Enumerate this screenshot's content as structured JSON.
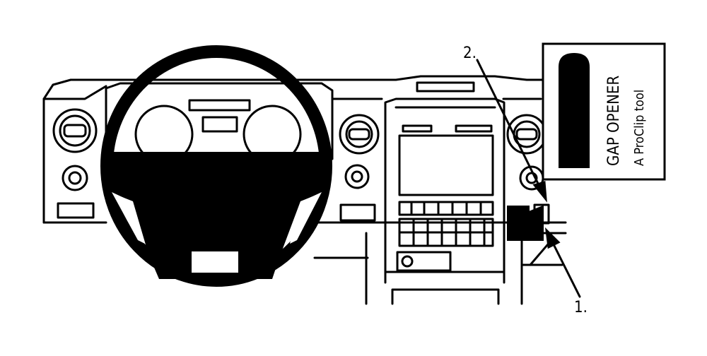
{
  "diagram": {
    "callouts": {
      "one": "1.",
      "two": "2."
    },
    "tool_card": {
      "title": "GAP OPENER",
      "subtitle": "A ProClip tool"
    },
    "colors": {
      "ink": "#000000",
      "paper": "#ffffff"
    }
  }
}
